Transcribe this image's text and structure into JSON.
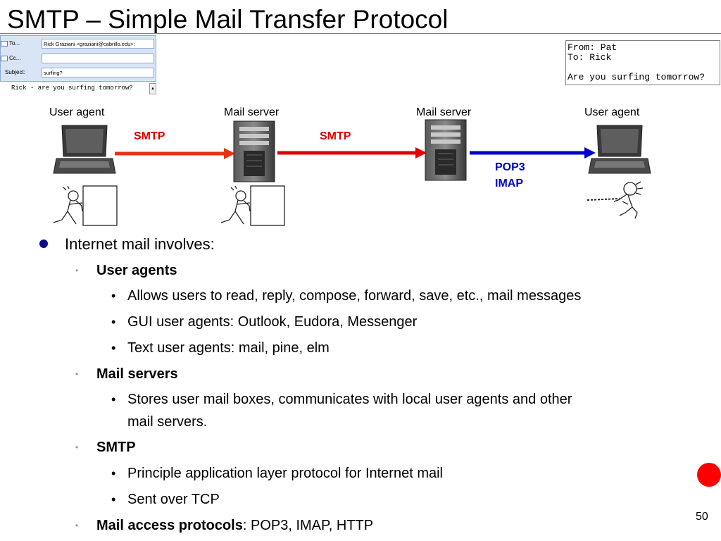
{
  "slide": {
    "title": "SMTP – Simple Mail Transfer Protocol",
    "page_number": "50"
  },
  "email_client": {
    "to_label": "To...",
    "cc_label": "Cc...",
    "subject_label": "Subject:",
    "to_value": "Rick Graziani <graziani@cabrillo.edu>;",
    "cc_value": "",
    "subject_value": "surfing?",
    "body_text": "Rick - are you surfing tomorrow?"
  },
  "received_message": {
    "lines": [
      "From: Pat",
      "To: Rick",
      "",
      "Are you surfing tomorrow?"
    ]
  },
  "diagram": {
    "nodes": [
      {
        "label": "User agent"
      },
      {
        "label": "Mail server"
      },
      {
        "label": "Mail server"
      },
      {
        "label": "User agent"
      }
    ],
    "links": [
      {
        "label": "SMTP",
        "color": "#e10000"
      },
      {
        "label": "SMTP",
        "color": "#e10000"
      },
      {
        "label_line1": "POP3",
        "label_line2": "IMAP",
        "color": "#0000cc"
      }
    ]
  },
  "bullets": {
    "l1": "Internet mail involves:",
    "user_agents": {
      "heading": "User agents",
      "items": [
        "Allows users to read, reply, compose, forward, save, etc., mail messages",
        "GUI user agents: Outlook, Eudora, Messenger",
        "Text user agents: mail, pine, elm"
      ]
    },
    "mail_servers": {
      "heading": "Mail servers",
      "items": [
        "Stores user mail boxes, communicates with local user agents and other",
        "mail servers."
      ]
    },
    "smtp": {
      "heading": "SMTP",
      "items": [
        "Principle application layer protocol for Internet mail",
        "Sent over TCP"
      ]
    },
    "access": {
      "heading": "Mail access protocols",
      "rest": ": POP3, IMAP, HTTP"
    }
  },
  "colors": {
    "smtp_arrow": "#e63312",
    "smtp_arrow_2": "#e10000",
    "pop_arrow": "#0000cc",
    "record_dot": "#ff0000"
  }
}
